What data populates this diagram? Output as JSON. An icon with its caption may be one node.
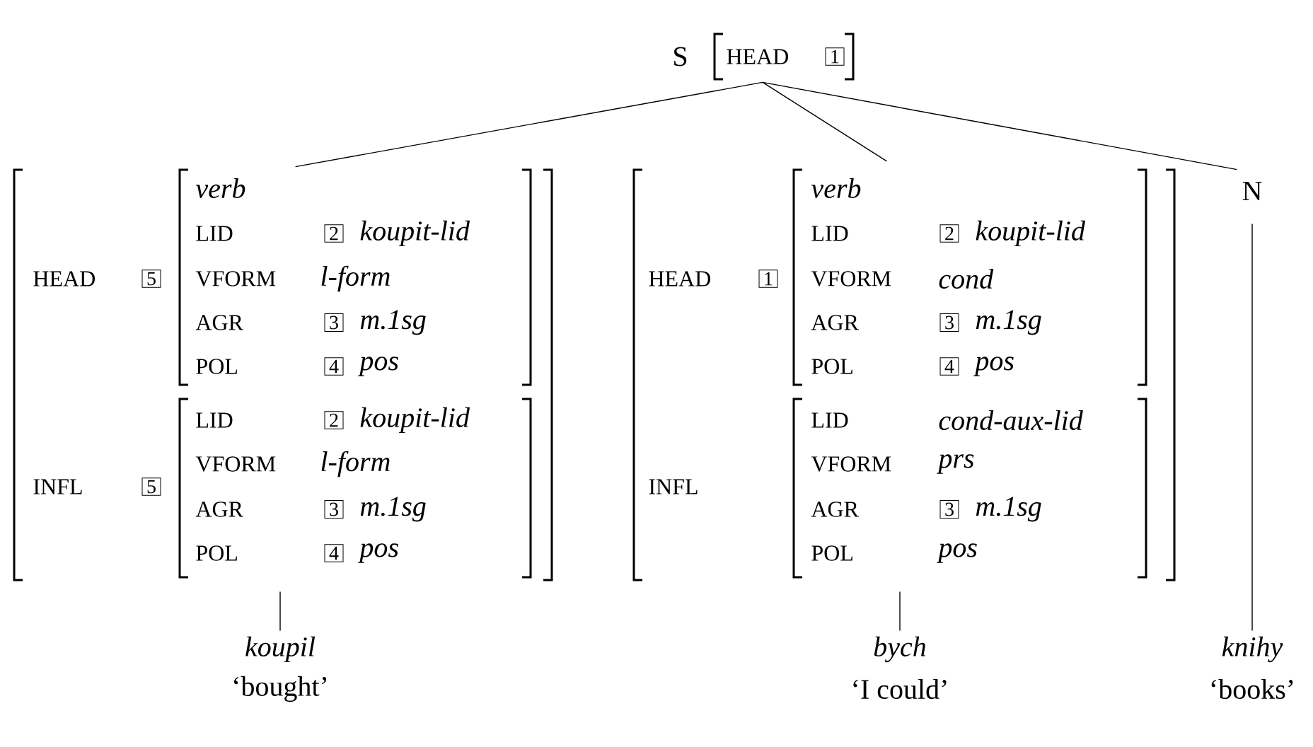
{
  "diagram": {
    "nodes": [
      {
        "text": [
          "S",
          "HEAD"
        ]
      },
      {
        "text": [
          "1"
        ],
        "in": 0
      },
      {
        "text": [
          "HEAD",
          "INFL"
        ]
      },
      {
        "text": [
          "5"
        ],
        "in": 2
      },
      {
        "text": [
          "verb",
          "LID",
          "koupit-lid",
          "VFORM",
          "l-form",
          "AGR",
          "m.1sg",
          "POL",
          "pos"
        ],
        "in": 2
      },
      {
        "text": [
          "2"
        ],
        "in": 4
      },
      {
        "text": [
          "3"
        ],
        "in": 4
      },
      {
        "text": [
          "4"
        ],
        "in": 4
      },
      {
        "text": [
          "5"
        ],
        "in": 2
      },
      {
        "text": [
          "LID",
          "koupit-lid",
          "VFORM",
          "l-form",
          "AGR",
          "m.1sg",
          "POL",
          "pos"
        ],
        "in": 2
      },
      {
        "text": [
          "2"
        ],
        "in": 9
      },
      {
        "text": [
          "3"
        ],
        "in": 9
      },
      {
        "text": [
          "4"
        ],
        "in": 9
      },
      {
        "text": [
          "HEAD",
          "INFL"
        ]
      },
      {
        "text": [
          "1"
        ],
        "in": 13
      },
      {
        "text": [
          "verb",
          "LID",
          "koupit-lid",
          "VFORM",
          "cond",
          "AGR",
          "m.1sg",
          "POL",
          "pos"
        ],
        "in": 13
      },
      {
        "text": [
          "2"
        ],
        "in": 15
      },
      {
        "text": [
          "3"
        ],
        "in": 15
      },
      {
        "text": [
          "4"
        ],
        "in": 15
      },
      {
        "text": [
          "LID",
          "cond-aux-lid",
          "VFORM",
          "prs",
          "AGR",
          "m.1sg",
          "POL",
          "pos"
        ],
        "in": 13
      },
      {
        "text": [
          "3"
        ],
        "in": 19
      },
      {
        "text": [
          "N"
        ]
      },
      {
        "text": [
          "koupil",
          "‘bought’"
        ]
      },
      {
        "text": [
          "bych",
          "‘I could’"
        ]
      },
      {
        "text": [
          "knihy",
          "‘books’"
        ]
      }
    ],
    "edges": [
      {
        "from": 0,
        "to": 2,
        "arrow": "none"
      },
      {
        "from": 0,
        "to": 13,
        "arrow": "none"
      },
      {
        "from": 0,
        "to": 21,
        "arrow": "none"
      },
      {
        "from": 2,
        "to": 22,
        "arrow": "none"
      },
      {
        "from": 13,
        "to": 23,
        "arrow": "none"
      },
      {
        "from": 21,
        "to": 24,
        "arrow": "none"
      }
    ]
  }
}
